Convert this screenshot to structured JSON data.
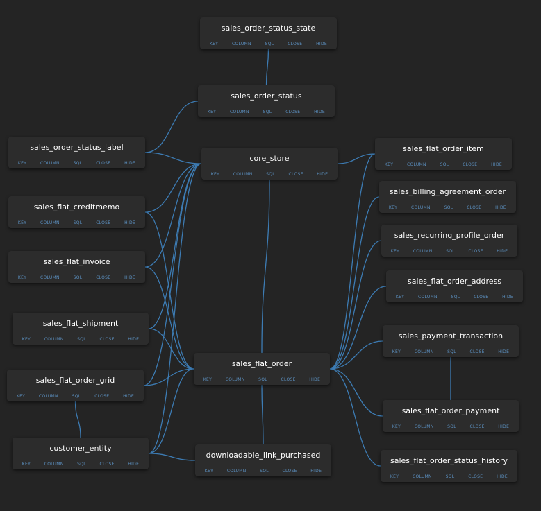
{
  "diagram": {
    "actions": [
      "KEY",
      "COLUMN",
      "SQL",
      "CLOSE",
      "HIDE"
    ],
    "link_color": "#3d7cb4",
    "tables": [
      {
        "id": "sales_order_status_state",
        "label": "sales_order_status_state"
      },
      {
        "id": "sales_order_status",
        "label": "sales_order_status"
      },
      {
        "id": "core_store",
        "label": "core_store"
      },
      {
        "id": "sales_order_status_label",
        "label": "sales_order_status_label"
      },
      {
        "id": "sales_flat_creditmemo",
        "label": "sales_flat_creditmemo"
      },
      {
        "id": "sales_flat_invoice",
        "label": "sales_flat_invoice"
      },
      {
        "id": "sales_flat_shipment",
        "label": "sales_flat_shipment"
      },
      {
        "id": "sales_flat_order_grid",
        "label": "sales_flat_order_grid"
      },
      {
        "id": "customer_entity",
        "label": "customer_entity"
      },
      {
        "id": "sales_flat_order",
        "label": "sales_flat_order"
      },
      {
        "id": "downloadable_link_purchased",
        "label": "downloadable_link_purchased"
      },
      {
        "id": "sales_flat_order_item",
        "label": "sales_flat_order_item"
      },
      {
        "id": "sales_billing_agreement_order",
        "label": "sales_billing_agreement_order"
      },
      {
        "id": "sales_recurring_profile_order",
        "label": "sales_recurring_profile_order"
      },
      {
        "id": "sales_flat_order_address",
        "label": "sales_flat_order_address"
      },
      {
        "id": "sales_payment_transaction",
        "label": "sales_payment_transaction"
      },
      {
        "id": "sales_flat_order_payment",
        "label": "sales_flat_order_payment"
      },
      {
        "id": "sales_flat_order_status_history",
        "label": "sales_flat_order_status_history"
      }
    ],
    "relations": [
      [
        "sales_order_status_state",
        "sales_order_status"
      ],
      [
        "sales_order_status_label",
        "sales_order_status"
      ],
      [
        "sales_order_status_label",
        "core_store"
      ],
      [
        "sales_flat_creditmemo",
        "core_store"
      ],
      [
        "sales_flat_creditmemo",
        "sales_flat_order"
      ],
      [
        "sales_flat_invoice",
        "core_store"
      ],
      [
        "sales_flat_invoice",
        "sales_flat_order"
      ],
      [
        "sales_flat_shipment",
        "core_store"
      ],
      [
        "sales_flat_shipment",
        "sales_flat_order"
      ],
      [
        "sales_flat_order_grid",
        "core_store"
      ],
      [
        "sales_flat_order_grid",
        "sales_flat_order"
      ],
      [
        "sales_flat_order_grid",
        "customer_entity"
      ],
      [
        "customer_entity",
        "core_store"
      ],
      [
        "customer_entity",
        "sales_flat_order"
      ],
      [
        "customer_entity",
        "downloadable_link_purchased"
      ],
      [
        "core_store",
        "sales_flat_order"
      ],
      [
        "core_store",
        "sales_flat_order_item"
      ],
      [
        "sales_flat_order",
        "downloadable_link_purchased"
      ],
      [
        "sales_flat_order",
        "sales_flat_order_item"
      ],
      [
        "sales_flat_order",
        "sales_billing_agreement_order"
      ],
      [
        "sales_flat_order",
        "sales_recurring_profile_order"
      ],
      [
        "sales_flat_order",
        "sales_flat_order_address"
      ],
      [
        "sales_flat_order",
        "sales_payment_transaction"
      ],
      [
        "sales_flat_order",
        "sales_flat_order_payment"
      ],
      [
        "sales_flat_order",
        "sales_flat_order_status_history"
      ],
      [
        "sales_payment_transaction",
        "sales_flat_order_payment"
      ]
    ]
  }
}
